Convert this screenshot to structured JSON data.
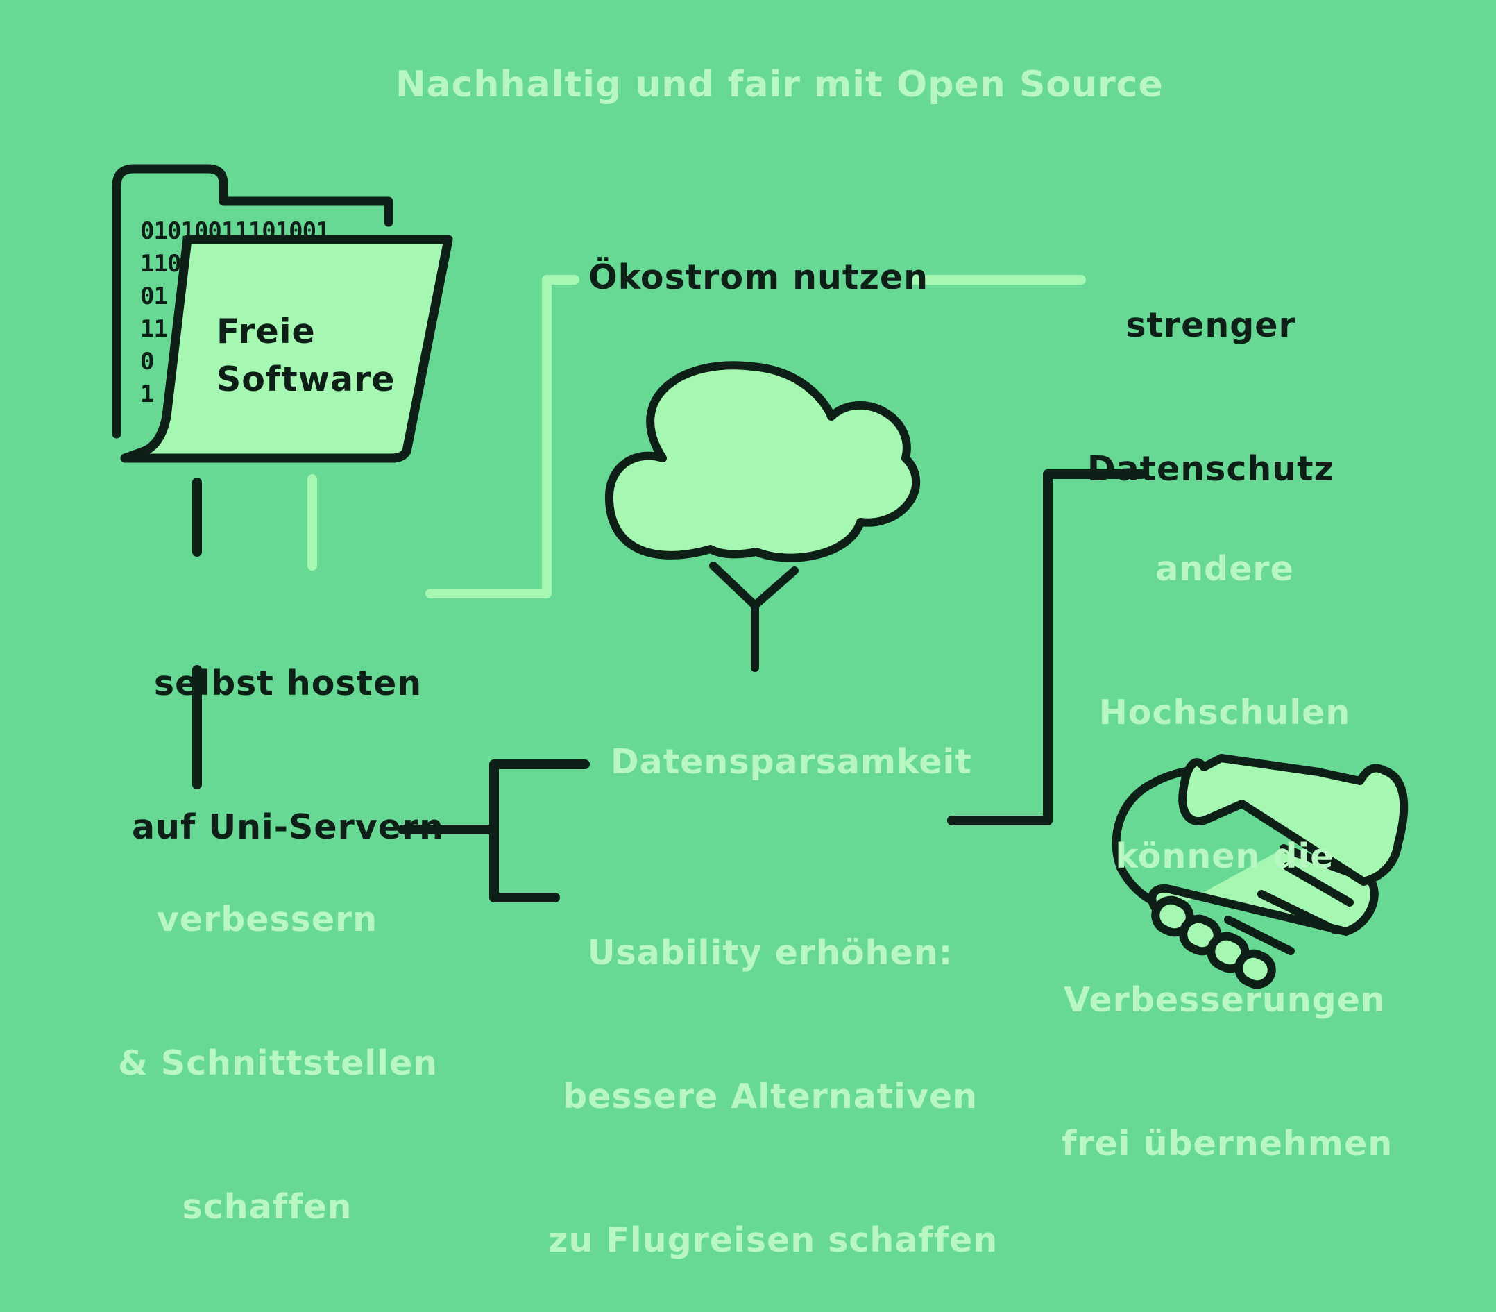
{
  "title": "Nachhaltig und fair mit Open Source",
  "folder": {
    "binary_lines": [
      "01010011101001",
      "110",
      "01",
      "11",
      "0",
      "1"
    ],
    "label_line1": "Freie",
    "label_line2": "Software"
  },
  "nodes": {
    "self_host_line1": "selbst hosten",
    "self_host_line2": "auf Uni-Servern",
    "green_power": "Ökostrom nutzen",
    "privacy_line1": "strenger",
    "privacy_line2": "Datenschutz",
    "improve_line1": "verbessern",
    "improve_line2": "& Schnittstellen",
    "improve_line3": "schaffen",
    "data_economy": "Datensparsamkeit",
    "usability_line1": "Usability erhöhen:",
    "usability_line2": "bessere Alternativen",
    "usability_line3": "zu Flugreisen schaffen",
    "share_line1": "andere",
    "share_line2": "Hochschulen",
    "share_line3": "können die",
    "share_line4": "Verbesserungen",
    "share_line5": "frei übernehmen"
  },
  "colors": {
    "background": "#67d994",
    "dark": "#0d1f16",
    "light": "#b8f7c2",
    "fill": "#a5f7b1"
  },
  "icons": [
    "folder-icon",
    "tree-icon",
    "handshake-icon"
  ]
}
